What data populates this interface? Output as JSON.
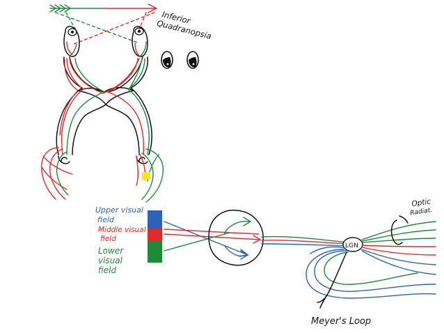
{
  "labels": {
    "inferior_quadranopsia": [
      "Inferior",
      "Quadranopsia"
    ],
    "upper_visual_field": [
      "Upper visual",
      "field"
    ],
    "middle_visual_field": [
      "Middle visual",
      "field"
    ],
    "lower_visual_field": [
      "Lower",
      "visual",
      "field"
    ],
    "lgn": "LGN",
    "optic_radiations": [
      "Optic",
      "Radiat."
    ],
    "meyers_loop": "Meyer's Loop"
  },
  "colors": {
    "red": "#e12a2a",
    "green": "#1d8a3a",
    "blue": "#2c62b7",
    "black": "#111111",
    "yellow_marker": "#f3ea14"
  }
}
